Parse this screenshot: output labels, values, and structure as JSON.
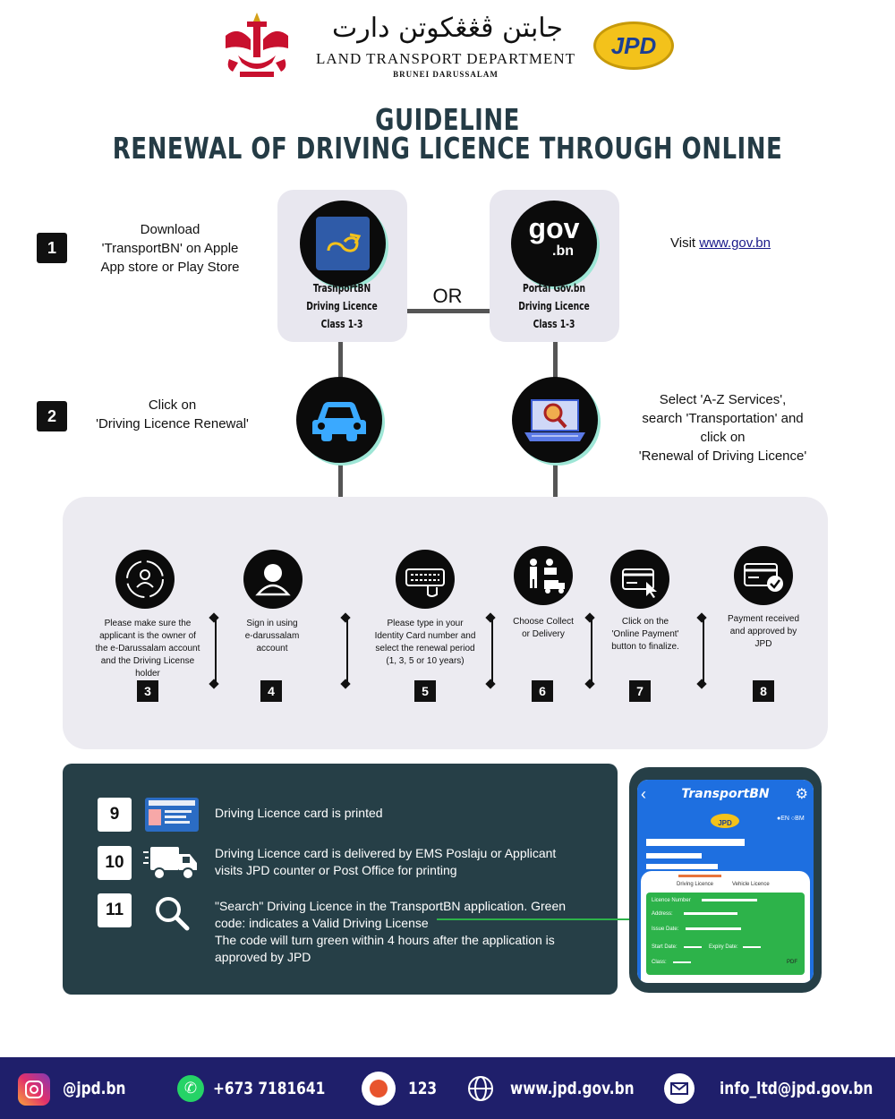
{
  "header": {
    "jawi_title": "جابتن ڤڠڠكوتن دارت",
    "department": "LAND TRANSPORT DEPARTMENT",
    "country": "BRUNEI DARUSSALAM",
    "logo_text": "JPD"
  },
  "title": {
    "line1": "GUIDELINE",
    "line2": "RENEWAL OF DRIVING LICENCE THROUGH ONLINE"
  },
  "step1": {
    "number": "1",
    "left_text": [
      "Download",
      "'TransportBN' on Apple",
      "App store or Play Store"
    ],
    "card_left": [
      "TrasnportBN",
      "Driving Licence",
      "Class 1-3"
    ],
    "or_label": "OR",
    "card_right": [
      "Portal Gov.bn",
      "Driving Licence",
      "Class 1-3"
    ],
    "gov_logo": [
      "gov",
      ".bn"
    ],
    "right_prefix": "Visit ",
    "right_link": "www.gov.bn"
  },
  "step2": {
    "number": "2",
    "left_text": [
      "Click on",
      "'Driving Licence Renewal'"
    ],
    "right_text": [
      "Select 'A-Z Services',",
      "search 'Transportation' and",
      "click on",
      "'Renewal of Driving Licence'"
    ]
  },
  "panel_steps": [
    {
      "number": "3",
      "icon": "person-cycle-icon",
      "text": [
        "Please make sure the",
        "applicant is the owner of",
        "the e-Darussalam account",
        "and the Driving License",
        "holder"
      ]
    },
    {
      "number": "4",
      "icon": "user-avatar-icon",
      "text": [
        "Sign in using",
        "e-darussalam",
        "account"
      ]
    },
    {
      "number": "5",
      "icon": "keyboard-icon",
      "text": [
        "Please type in your",
        "Identity Card number and",
        "select the renewal period",
        "(1, 3, 5 or 10 years)"
      ]
    },
    {
      "number": "6",
      "icon": "delivery-icon",
      "text": [
        "Choose Collect",
        "or Delivery"
      ]
    },
    {
      "number": "7",
      "icon": "card-payment-icon",
      "text": [
        "Click on the",
        "'Online Payment'",
        "button to finalize."
      ]
    },
    {
      "number": "8",
      "icon": "payment-approved-icon",
      "text": [
        "Payment received",
        "and approved by",
        "JPD"
      ]
    }
  ],
  "final_steps": [
    {
      "number": "9",
      "text": [
        "Driving Licence card is printed"
      ]
    },
    {
      "number": "10",
      "text": [
        "Driving Licence card is delivered by EMS Poslaju or Applicant",
        "visits JPD counter or Post Office for printing"
      ]
    },
    {
      "number": "11",
      "text": [
        "\"Search\" Driving Licence in the TransportBN application. Green",
        "code: indicates a Valid Driving License",
        "The code will turn green within 4 hours after the application is",
        "approved by JPD"
      ]
    }
  ],
  "phone": {
    "app_title": "TransportBN",
    "logo": "JPD",
    "lang_en": "EN",
    "lang_bm": "BM",
    "tab_driving": "Driving Licence",
    "tab_vehicle": "Vehicle Licence",
    "fields": [
      "Licence Number",
      "Address:",
      "Issue Date:",
      "Start Date:",
      "Expiry Date:",
      "Class:"
    ],
    "pdf": "PDF"
  },
  "footer": {
    "instagram": "@jpd.bn",
    "whatsapp": "+673 7181641",
    "hotline": "123",
    "website": "www.jpd.gov.bn",
    "email": "info_ltd@jpd.gov.bn"
  },
  "colors": {
    "title": "#243b45",
    "dark_panel": "#263f47",
    "footer": "#1f1f6b",
    "green_card": "#2db34a",
    "app_blue": "#1e6fe0"
  }
}
